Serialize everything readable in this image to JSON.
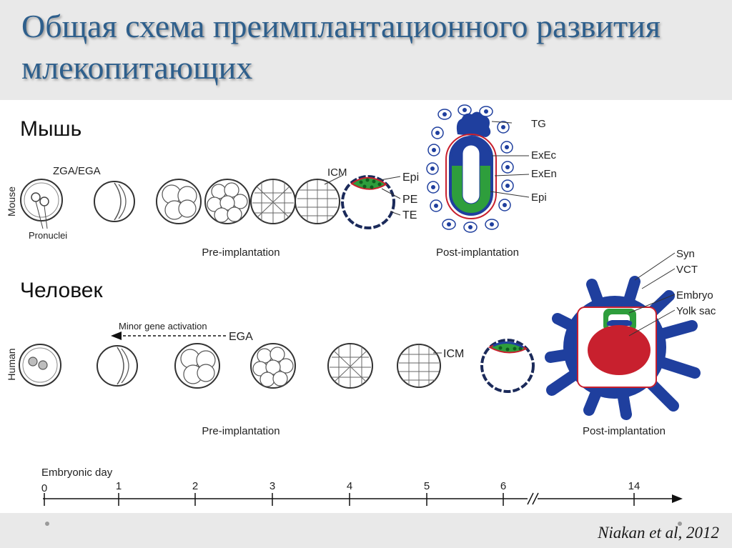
{
  "title": "Общая схема преимплантационного развития млекопитающих",
  "mouse": {
    "heading": "Мышь",
    "side_label": "Mouse",
    "zga_label": "ZGA/EGA",
    "pronuclei_label": "Pronuclei",
    "icm_label": "ICM",
    "blastocyst_labels": [
      "Epi",
      "PE",
      "TE"
    ],
    "pre_label": "Pre-implantation",
    "post_label": "Post-implantation",
    "post_labels": [
      "TG",
      "ExEc",
      "ExEn",
      "Epi"
    ]
  },
  "human": {
    "heading": "Человек",
    "side_label": "Human",
    "minor_label": "Minor gene activation",
    "ega_label": "EGA",
    "icm_label": "ICM",
    "pre_label": "Pre-implantation",
    "post_label": "Post-implantation",
    "post_labels": [
      "Syn",
      "VCT",
      "Embryo",
      "Yolk sac"
    ]
  },
  "timeline": {
    "label": "Embryonic day",
    "ticks": [
      "0",
      "1",
      "2",
      "3",
      "4",
      "5",
      "6",
      "14"
    ]
  },
  "citation": "Niakan et al, 2012",
  "colors": {
    "title": "#2e5f8c",
    "trophoblast": "#1f3f9e",
    "epiblast": "#2e9e3c",
    "yolk_sac": "#c8202e"
  }
}
